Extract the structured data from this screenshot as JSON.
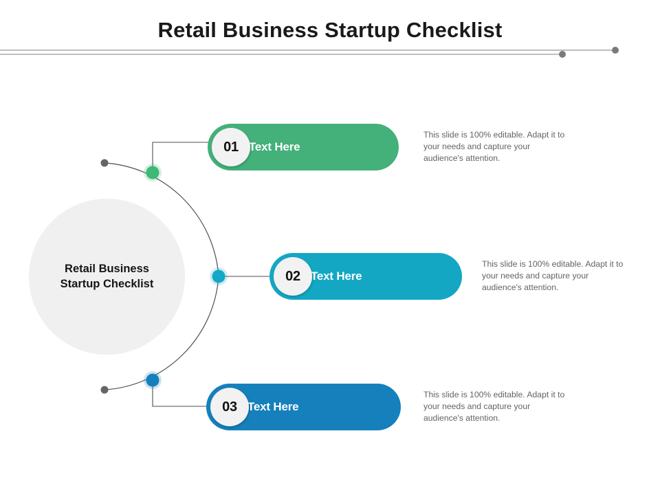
{
  "slide": {
    "title": "Retail Business Startup Checklist",
    "background": "#ffffff"
  },
  "center": {
    "label_line1": "Retail Business",
    "label_line2": "Startup Checklist",
    "fill": "#f0f0f0"
  },
  "divider": {
    "line_color": "#787878",
    "dot_color": "#7a7a7a"
  },
  "steps": [
    {
      "number": "01",
      "label": "Text Here",
      "description": "This slide is 100% editable. Adapt it to your needs and capture your audience's attention.",
      "color": "#44b07a",
      "dot_color": "#3fb878"
    },
    {
      "number": "02",
      "label": "Text Here",
      "description": "This slide is 100% editable. Adapt it to your needs and capture your audience's attention.",
      "color": "#13a7c4",
      "dot_color": "#14a8c6"
    },
    {
      "number": "03",
      "label": "Text Here",
      "description": "This slide is 100% editable. Adapt it to your needs and capture your audience's attention.",
      "color": "#1580bb",
      "dot_color": "#1580bb"
    }
  ],
  "arc": {
    "stroke": "#4d4d4d",
    "end_dot_color": "#656565"
  }
}
